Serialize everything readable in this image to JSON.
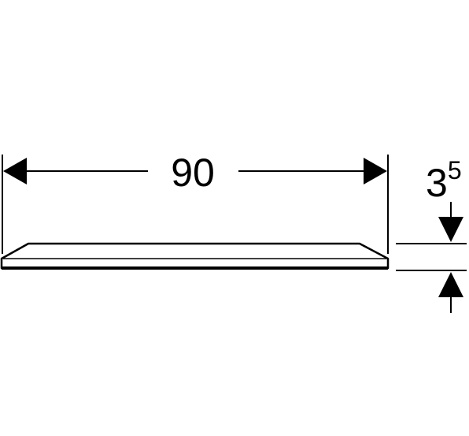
{
  "drawing": {
    "width_dimension": "90",
    "thickness_dimension": {
      "base": "3",
      "superscript": "5"
    },
    "line_color": "#000000",
    "background_color": "#ffffff"
  }
}
